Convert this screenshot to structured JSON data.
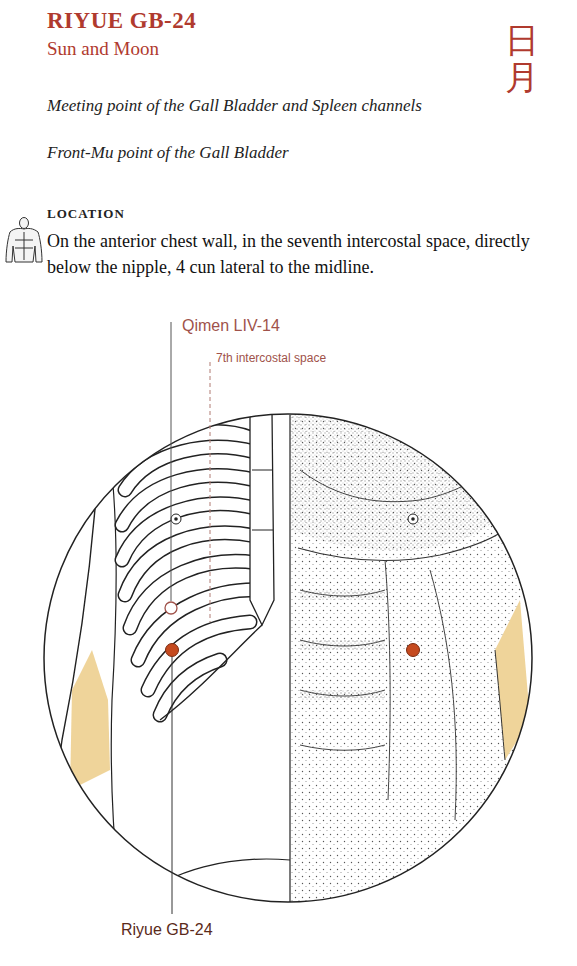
{
  "diagram": {
    "title": "RIYUE GB-24",
    "labels": [
      "Sun and Moon",
      "日月",
      "Meeting point of the Gall Bladder and Spleen channels",
      "Front-Mu point of the Gall Bladder",
      "LOCATION",
      "On the anterior chest wall, in the seventh intercostal space, directly below the nipple, 4 cun lateral to the midline.",
      "Qimen LIV-14",
      "7th intercostal space",
      "Riyue GB-24"
    ]
  }
}
